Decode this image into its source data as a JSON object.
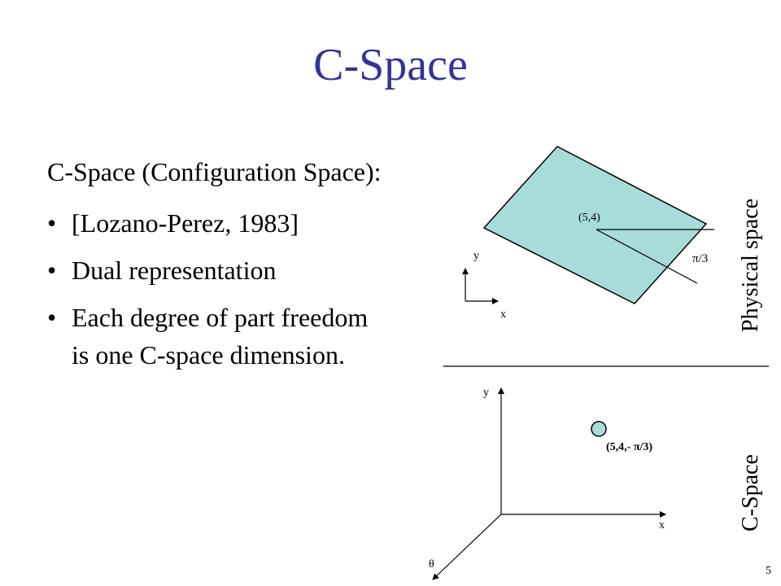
{
  "slide": {
    "title": "C-Space",
    "intro": "C-Space (Configuration Space):",
    "bullets": [
      {
        "symbol": "•",
        "line1": "[Lozano-Perez, 1983]",
        "line2": ""
      },
      {
        "symbol": "•",
        "line1": "Dual representation",
        "line2": ""
      },
      {
        "symbol": "•",
        "line1": "Each degree of part freedom",
        "line2": "is one C-space dimension."
      }
    ],
    "page_number": "5"
  },
  "physical": {
    "label": "Physical space",
    "point_label": "(5,4)",
    "angle_label": "π/3",
    "axis_y": "y",
    "axis_x": "x",
    "rect_color": "#a8dcd8"
  },
  "cspace": {
    "label": "C-Space",
    "point_label": "(5,4,- π/3)",
    "axis_y": "y",
    "axis_x": "x",
    "axis_theta": "θ",
    "point_color": "#a8dcd8"
  }
}
